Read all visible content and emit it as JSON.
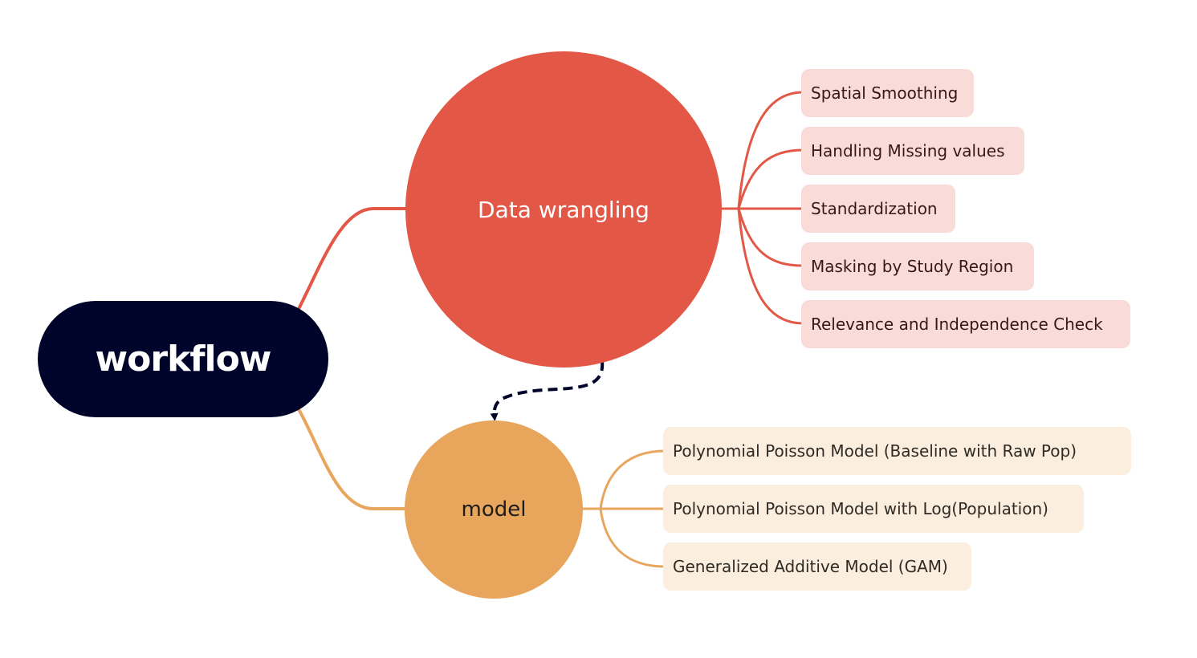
{
  "colors": {
    "root_fill": "#01042a",
    "wrangling_fill": "#e25745",
    "model_fill": "#e8a65d",
    "wrangling_leaf_fill": "#f9dcd8",
    "model_leaf_fill": "#fbeedf",
    "arrow": "#01042a"
  },
  "root": {
    "label": "workflow"
  },
  "branches": [
    {
      "label": "Data wrangling",
      "children": [
        "Spatial Smoothing",
        "Handling Missing values",
        "Standardization",
        "Masking by Study Region",
        "Relevance and Independence Check"
      ]
    },
    {
      "label": "model",
      "children": [
        "Polynomial Poisson Model (Baseline with Raw Pop)",
        "Polynomial Poisson Model with Log(Population)",
        "Generalized Additive Model (GAM)"
      ]
    }
  ]
}
